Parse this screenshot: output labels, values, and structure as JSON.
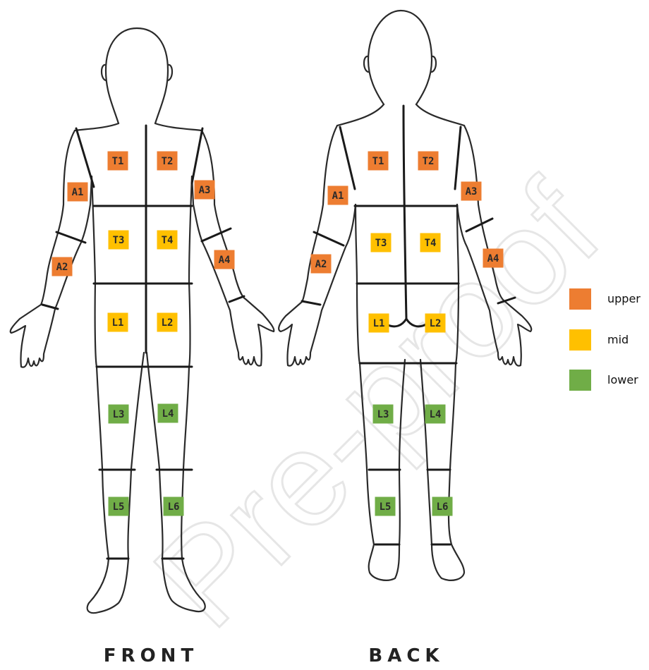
{
  "watermark": "Pre-proof",
  "views": {
    "front": {
      "label": "FRONT"
    },
    "back": {
      "label": "BACK"
    }
  },
  "legend": [
    {
      "key": "upper",
      "label": "upper",
      "color": "#ED7D31"
    },
    {
      "key": "mid",
      "label": "mid",
      "color": "#FFC000"
    },
    {
      "key": "lower",
      "label": "lower",
      "color": "#70AD47"
    }
  ],
  "regions": {
    "front": [
      {
        "id": "T1",
        "level": "upper"
      },
      {
        "id": "T2",
        "level": "upper"
      },
      {
        "id": "A1",
        "level": "upper"
      },
      {
        "id": "A3",
        "level": "upper"
      },
      {
        "id": "T3",
        "level": "mid"
      },
      {
        "id": "T4",
        "level": "mid"
      },
      {
        "id": "A2",
        "level": "upper"
      },
      {
        "id": "A4",
        "level": "upper"
      },
      {
        "id": "L1",
        "level": "mid"
      },
      {
        "id": "L2",
        "level": "mid"
      },
      {
        "id": "L3",
        "level": "lower"
      },
      {
        "id": "L4",
        "level": "lower"
      },
      {
        "id": "L5",
        "level": "lower"
      },
      {
        "id": "L6",
        "level": "lower"
      }
    ],
    "back": [
      {
        "id": "T1",
        "level": "upper"
      },
      {
        "id": "T2",
        "level": "upper"
      },
      {
        "id": "A1",
        "level": "upper"
      },
      {
        "id": "A3",
        "level": "upper"
      },
      {
        "id": "T3",
        "level": "mid"
      },
      {
        "id": "T4",
        "level": "mid"
      },
      {
        "id": "A2",
        "level": "upper"
      },
      {
        "id": "A4",
        "level": "upper"
      },
      {
        "id": "L1",
        "level": "mid"
      },
      {
        "id": "L2",
        "level": "mid"
      },
      {
        "id": "L3",
        "level": "lower"
      },
      {
        "id": "L4",
        "level": "lower"
      },
      {
        "id": "L5",
        "level": "lower"
      },
      {
        "id": "L6",
        "level": "lower"
      }
    ]
  }
}
